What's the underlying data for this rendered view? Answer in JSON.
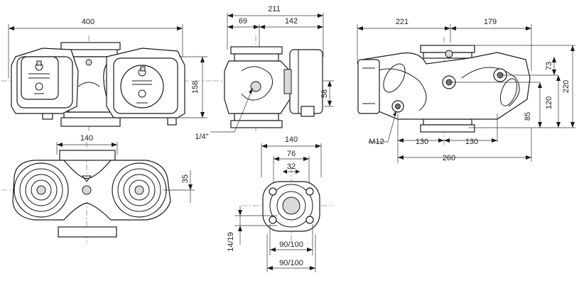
{
  "dimensions": {
    "front_width": "400",
    "front_height": "158",
    "top_width": "140",
    "top_offset": "35",
    "side_total_width": "211",
    "side_left_width": "69",
    "side_right_width": "142",
    "side_port_height": "58",
    "thread_label": "1/4\"",
    "rear_left_width": "221",
    "rear_right_width": "179",
    "rear_height_73": "73",
    "rear_height_120": "120",
    "rear_height_220": "220",
    "rear_height_85": "85",
    "bolt_label": "M12",
    "rear_foot_left": "130",
    "rear_foot_right": "130",
    "rear_foot_total": "260",
    "flange_width": "140",
    "flange_bore_76": "76",
    "flange_bore_32": "32",
    "flange_hole": "14/19",
    "flange_pcd_inner": "90/100",
    "flange_pcd_outer": "90/100"
  }
}
